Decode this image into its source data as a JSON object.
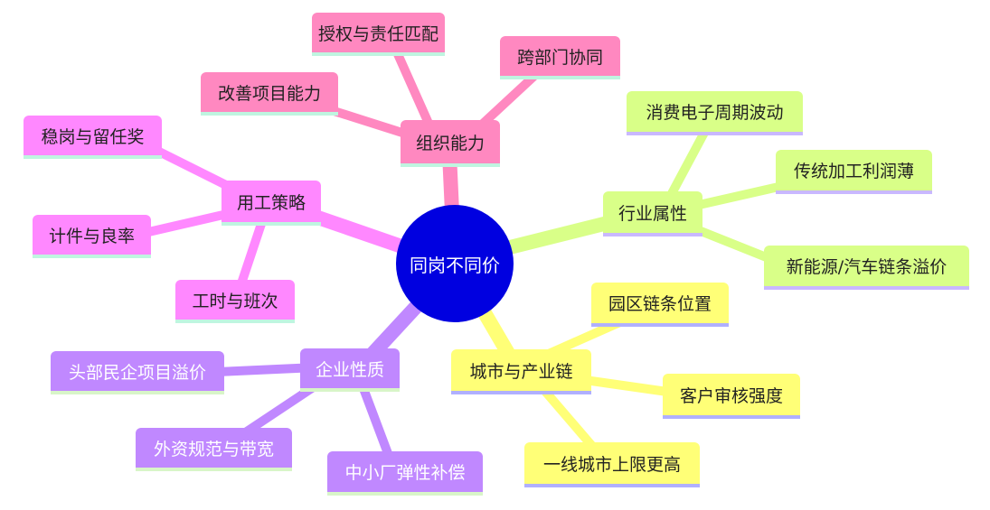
{
  "center": "同岗不同价",
  "colors": {
    "center": "#0000e0",
    "org": "#ff88c0",
    "emp": "#ff88ff",
    "ind": "#d9ff88",
    "city": "#ffff77",
    "ent": "#c088ff"
  },
  "branches": {
    "org": {
      "label": "组织能力",
      "children": [
        "授权与责任匹配",
        "跨部门协同",
        "改善项目能力"
      ]
    },
    "emp": {
      "label": "用工策略",
      "children": [
        "稳岗与留任奖",
        "计件与良率",
        "工时与班次"
      ]
    },
    "ind": {
      "label": "行业属性",
      "children": [
        "消费电子周期波动",
        "传统加工利润薄",
        "新能源/汽车链条溢价"
      ]
    },
    "city": {
      "label": "城市与产业链",
      "children": [
        "园区链条位置",
        "客户审核强度",
        "一线城市上限更高"
      ]
    },
    "ent": {
      "label": "企业性质",
      "children": [
        "头部民企项目溢价",
        "外资规范与带宽",
        "中小厂弹性补偿"
      ]
    }
  }
}
